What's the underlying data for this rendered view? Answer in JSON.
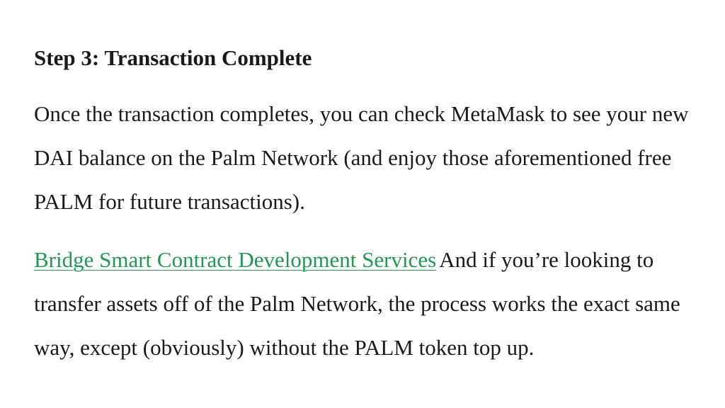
{
  "section": {
    "heading": "Step 3: Transaction Complete",
    "paragraph1": "Once the transaction completes, you can check MetaMask to see your new DAI balance on the Palm Network (and enjoy those aforementioned free PALM for future transactions).",
    "link_text": "Bridge Smart Contract Development Services",
    "paragraph2": "And if you’re looking to transfer assets off of the Palm Network, the process works the exact same way, except (obviously) without the PALM token top up."
  },
  "colors": {
    "text": "#1a1a1a",
    "link": "#1f9a4f",
    "background": "#ffffff"
  }
}
